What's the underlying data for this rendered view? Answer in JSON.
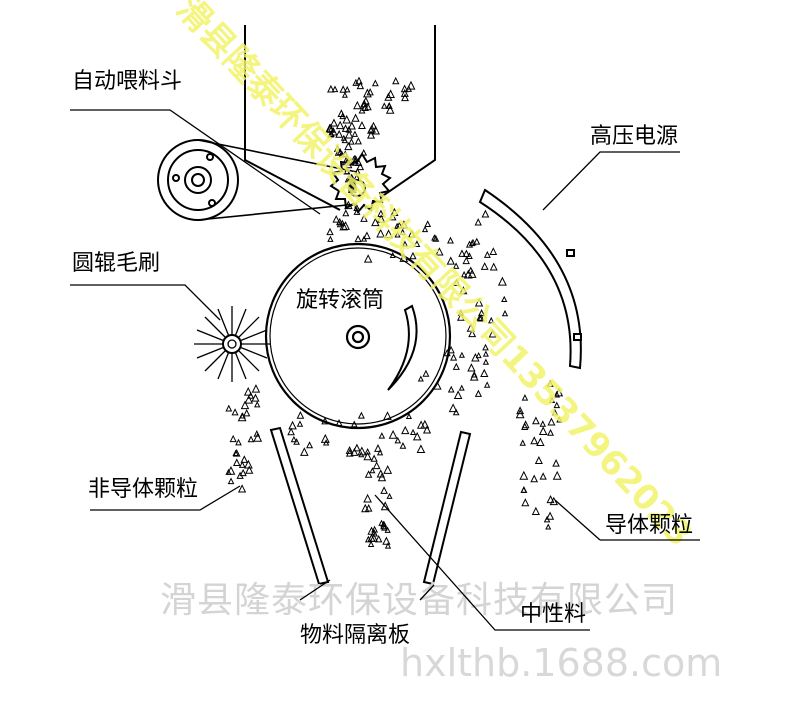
{
  "labels": {
    "hopper": "自动喂料斗",
    "power": "高压电源",
    "brush": "圆辊毛刷",
    "drum": "旋转滚筒",
    "nonconductor": "非导体颗粒",
    "conductor": "导体颗粒",
    "middling": "中性料",
    "divider": "物料隔离板"
  },
  "watermark": {
    "company": "滑县隆泰环保设备科技有限公司",
    "site": "hxlthb.1688.com",
    "diagonal": "滑县隆泰环保设备科技有限公司13537962023"
  },
  "colors": {
    "line": "#000000",
    "watermark_gray": "#d4d4d4",
    "watermark_yellow": "#f3f36a"
  }
}
